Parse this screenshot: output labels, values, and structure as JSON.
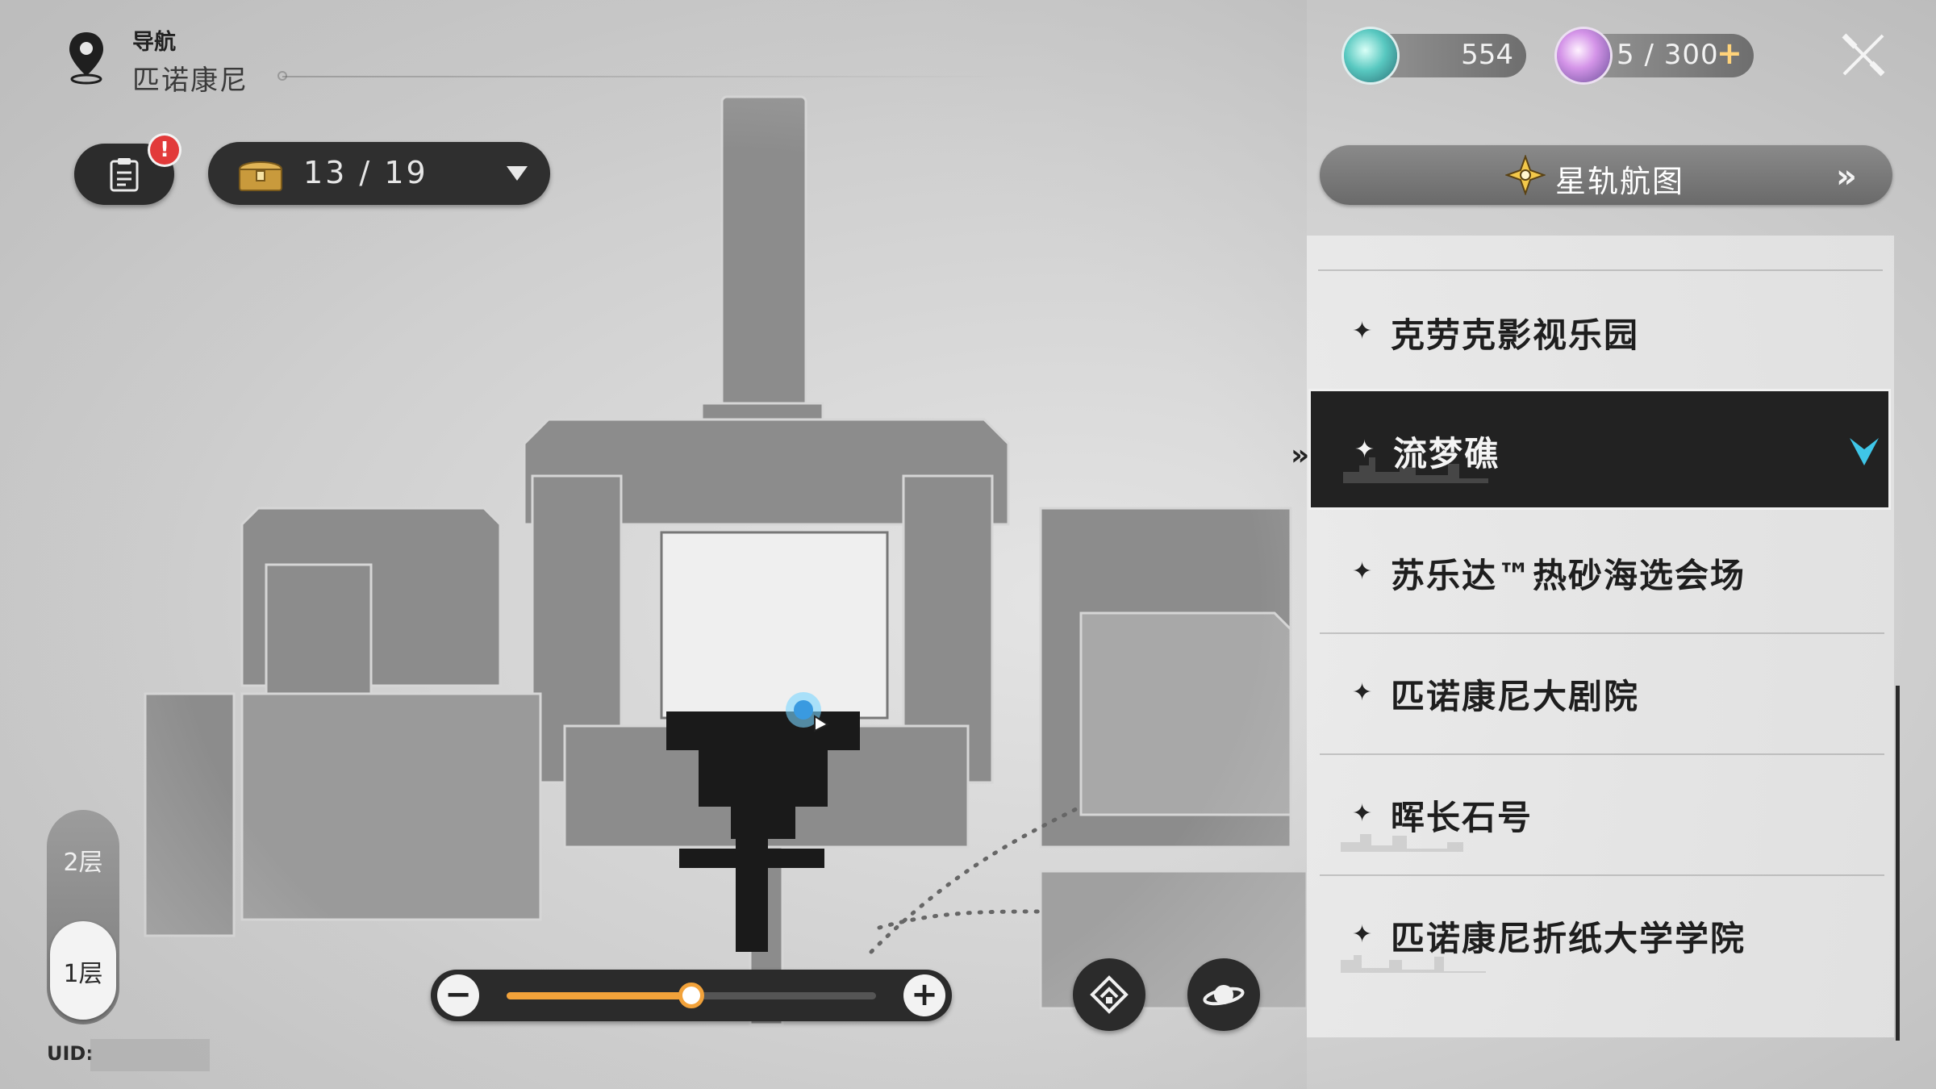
{
  "nav": {
    "label": "导航",
    "place": "匹诺康尼",
    "pin_icon": "map-pin-icon"
  },
  "toolbar": {
    "clipboard_icon": "clipboard-icon",
    "alert_badge": "!",
    "chest_icon": "treasure-chest-icon",
    "chest_count": "13 / 19"
  },
  "currency": {
    "stellar_jade_value": "554",
    "trailblaze_power_value": "5 / 300",
    "add_label": "+"
  },
  "star_rail_map": {
    "label": "星轨航图",
    "chevron": "»"
  },
  "locations": [
    {
      "label": "克劳克影视乐园",
      "active": false
    },
    {
      "label": "流梦礁",
      "active": true
    },
    {
      "label": "苏乐达™热砂海选会场",
      "active": false
    },
    {
      "label": "匹诺康尼大剧院",
      "active": false
    },
    {
      "label": "晖长石号",
      "active": false
    },
    {
      "label": "匹诺康尼折纸大学学院",
      "active": false
    }
  ],
  "list_bullet": "✦",
  "selected_pointer": "»",
  "floors": {
    "upper": "2层",
    "lower": "1层",
    "selected": "1层"
  },
  "uid_label": "UID:",
  "zoom": {
    "minus": "−",
    "plus": "+",
    "level": 0.5
  },
  "colors": {
    "accent_orange": "#f2a23a",
    "active_check": "#3fc6e8",
    "panel_dark": "#222222",
    "alert_red": "#e23a3a"
  }
}
